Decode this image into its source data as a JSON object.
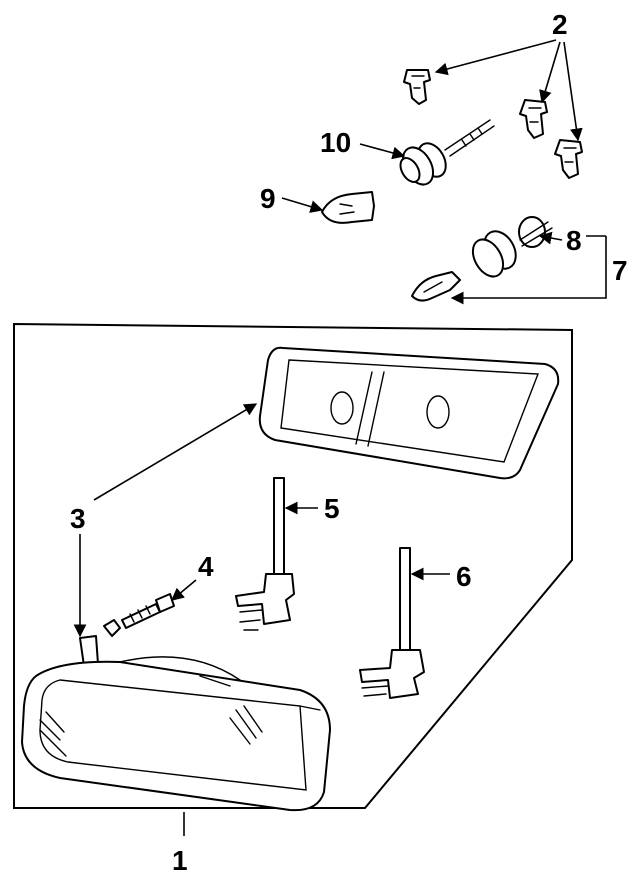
{
  "diagram": {
    "callouts": {
      "c1": "1",
      "c2": "2",
      "c3": "3",
      "c4": "4",
      "c5": "5",
      "c6": "6",
      "c7": "7",
      "c8": "8",
      "c9": "9",
      "c10": "10"
    },
    "parts": {
      "headlamp_assembly": "headlamp-assembly",
      "lens_gasket": "lens-gasket",
      "adjuster_screw": "adjuster-screw",
      "adjuster_5": "adjuster-rod",
      "adjuster_6": "adjuster-rod",
      "retaining_clips": "retaining-clip",
      "bulb_9": "wedge-bulb",
      "bulb_10": "bulb-socket",
      "socket_assembly_7": "socket-and-bulb"
    }
  }
}
